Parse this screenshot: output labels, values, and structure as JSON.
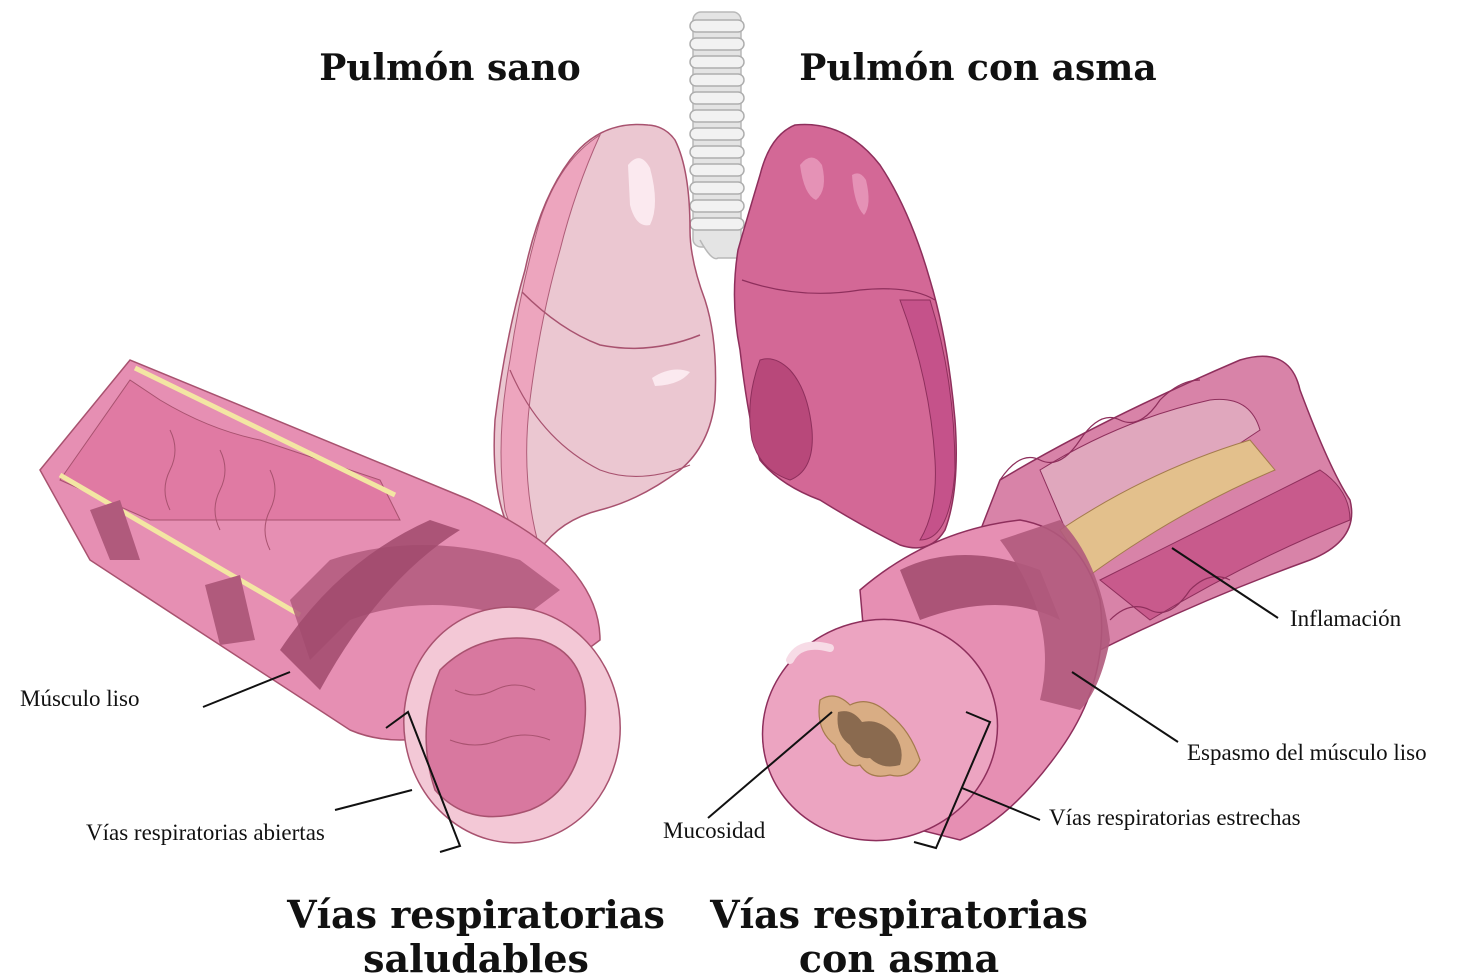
{
  "titles": {
    "healthy_lung": "Pulmón sano",
    "asthma_lung": "Pulmón con asma",
    "healthy_airway_line1": "Vías respiratorias",
    "healthy_airway_line2": "saludables",
    "asthma_airway_line1": "Vías respiratorias",
    "asthma_airway_line2": "con asma"
  },
  "labels": {
    "smooth_muscle": "Músculo liso",
    "open_airways": "Vías respiratorias abiertas",
    "mucus": "Mucosidad",
    "narrow_airways": "Vías respiratorias estrechas",
    "inflammation": "Inflamación",
    "muscle_spasm": "Espasmo del músculo liso"
  },
  "colors": {
    "healthy_lung_light": "#ebc7d1",
    "healthy_lung_dark": "#eea2bd",
    "asthma_lung": "#d36896",
    "asthma_lung_dark": "#b8487a",
    "airway_outer": "#e68fb3",
    "airway_inner": "#e07aa3",
    "muscle_band": "#b05a7c",
    "mucus": "#a27a5a",
    "trachea": "#e6e6e6"
  }
}
